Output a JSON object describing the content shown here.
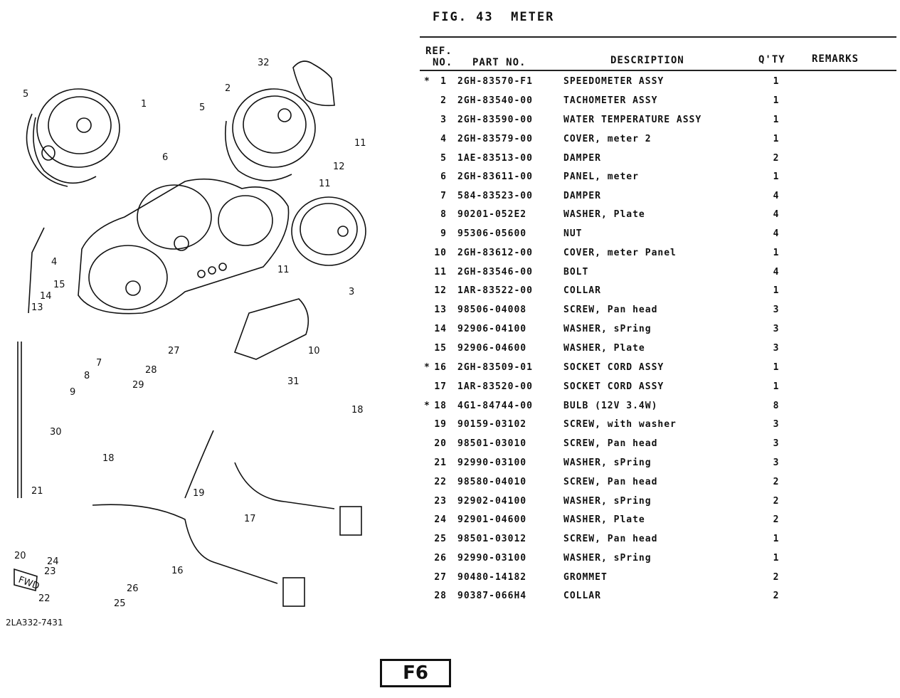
{
  "figure": {
    "fig_label": "FIG. 43",
    "title": "METER"
  },
  "table": {
    "headers": {
      "ref_line1": "REF.",
      "ref_line2": "NO.",
      "part_no": "PART NO.",
      "description": "DESCRIPTION",
      "qty": "Q'TY",
      "remarks": "REMARKS"
    },
    "rows": [
      {
        "mark": "*",
        "ref": "1",
        "part": "2GH-83570-F1",
        "desc": "SPEEDOMETER ASSY",
        "qty": "1"
      },
      {
        "mark": "",
        "ref": "2",
        "part": "2GH-83540-00",
        "desc": "TACHOMETER ASSY",
        "qty": "1"
      },
      {
        "mark": "",
        "ref": "3",
        "part": "2GH-83590-00",
        "desc": "WATER TEMPERATURE ASSY",
        "qty": "1"
      },
      {
        "mark": "",
        "ref": "4",
        "part": "2GH-83579-00",
        "desc": "COVER, meter 2",
        "qty": "1"
      },
      {
        "mark": "",
        "ref": "5",
        "part": "1AE-83513-00",
        "desc": "DAMPER",
        "qty": "2"
      },
      {
        "mark": "",
        "ref": "6",
        "part": "2GH-83611-00",
        "desc": "PANEL, meter",
        "qty": "1"
      },
      {
        "mark": "",
        "ref": "7",
        "part": "584-83523-00",
        "desc": "DAMPER",
        "qty": "4"
      },
      {
        "mark": "",
        "ref": "8",
        "part": "90201-052E2",
        "desc": "WASHER, Plate",
        "qty": "4"
      },
      {
        "mark": "",
        "ref": "9",
        "part": "95306-05600",
        "desc": "NUT",
        "qty": "4"
      },
      {
        "mark": "",
        "ref": "10",
        "part": "2GH-83612-00",
        "desc": "COVER, meter Panel",
        "qty": "1"
      },
      {
        "mark": "",
        "ref": "11",
        "part": "2GH-83546-00",
        "desc": "BOLT",
        "qty": "4"
      },
      {
        "mark": "",
        "ref": "12",
        "part": "1AR-83522-00",
        "desc": "COLLAR",
        "qty": "1"
      },
      {
        "mark": "",
        "ref": "13",
        "part": "98506-04008",
        "desc": "SCREW, Pan head",
        "qty": "3"
      },
      {
        "mark": "",
        "ref": "14",
        "part": "92906-04100",
        "desc": "WASHER, sPring",
        "qty": "3"
      },
      {
        "mark": "",
        "ref": "15",
        "part": "92906-04600",
        "desc": "WASHER, Plate",
        "qty": "3"
      },
      {
        "mark": "*",
        "ref": "16",
        "part": "2GH-83509-01",
        "desc": "SOCKET CORD ASSY",
        "qty": "1"
      },
      {
        "mark": "",
        "ref": "17",
        "part": "1AR-83520-00",
        "desc": "SOCKET CORD ASSY",
        "qty": "1"
      },
      {
        "mark": "*",
        "ref": "18",
        "part": "4G1-84744-00",
        "desc": "BULB (12V 3.4W)",
        "qty": "8"
      },
      {
        "mark": "",
        "ref": "19",
        "part": "90159-03102",
        "desc": "SCREW, with washer",
        "qty": "3"
      },
      {
        "mark": "",
        "ref": "20",
        "part": "98501-03010",
        "desc": "SCREW, Pan head",
        "qty": "3"
      },
      {
        "mark": "",
        "ref": "21",
        "part": "92990-03100",
        "desc": "WASHER, sPring",
        "qty": "3"
      },
      {
        "mark": "",
        "ref": "22",
        "part": "98580-04010",
        "desc": "SCREW, Pan head",
        "qty": "2"
      },
      {
        "mark": "",
        "ref": "23",
        "part": "92902-04100",
        "desc": "WASHER, sPring",
        "qty": "2"
      },
      {
        "mark": "",
        "ref": "24",
        "part": "92901-04600",
        "desc": "WASHER, Plate",
        "qty": "2"
      },
      {
        "mark": "",
        "ref": "25",
        "part": "98501-03012",
        "desc": "SCREW, Pan head",
        "qty": "1"
      },
      {
        "mark": "",
        "ref": "26",
        "part": "92990-03100",
        "desc": "WASHER, sPring",
        "qty": "1"
      },
      {
        "mark": "",
        "ref": "27",
        "part": "90480-14182",
        "desc": "GROMMET",
        "qty": "2"
      },
      {
        "mark": "",
        "ref": "28",
        "part": "90387-066H4",
        "desc": "COLLAR",
        "qty": "2"
      }
    ]
  },
  "diagram": {
    "callouts": [
      "32",
      "1",
      "2",
      "5",
      "5",
      "11",
      "12",
      "6",
      "11",
      "4",
      "14",
      "15",
      "13",
      "3",
      "11",
      "7",
      "8",
      "9",
      "27",
      "28",
      "29",
      "10",
      "31",
      "18",
      "30",
      "18",
      "19",
      "17",
      "21",
      "20",
      "24",
      "23",
      "16",
      "22",
      "26",
      "25"
    ],
    "fwd_label": "FWD"
  },
  "footer": {
    "drawing_code": "2LA332-7431",
    "page_code": "F6"
  }
}
